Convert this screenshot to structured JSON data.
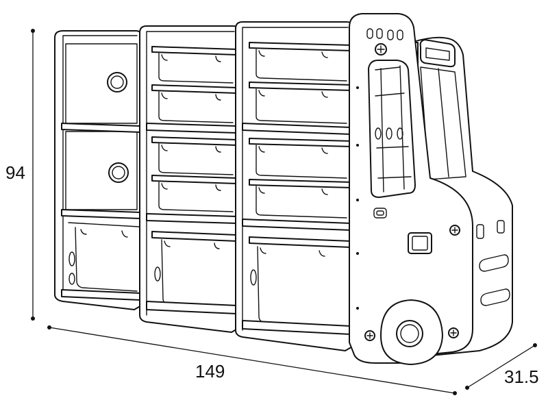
{
  "dimensions": {
    "height": "94",
    "width": "149",
    "depth": "31.5"
  },
  "product": {
    "icon": "toy-storage-shelf-truck-illustration"
  }
}
